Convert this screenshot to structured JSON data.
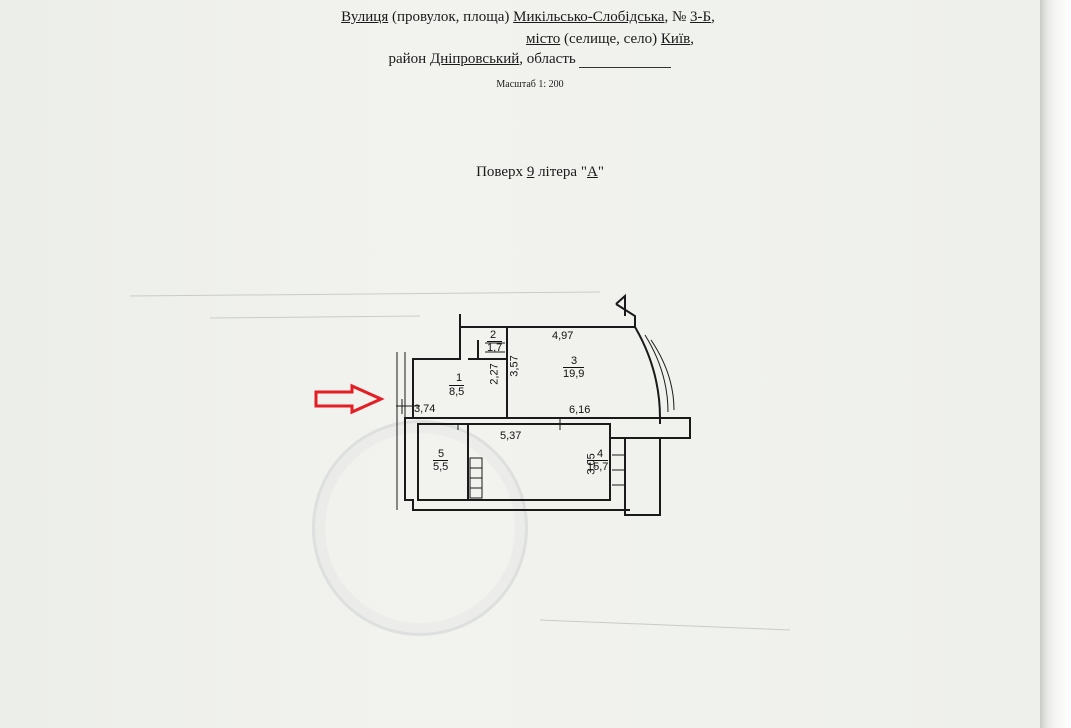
{
  "header": {
    "street_label": "Вулиця",
    "street_hint": "(провулок, площа)",
    "street_name": "Микільсько-Слобідська",
    "number_prefix": ", №",
    "number": "3-Б",
    "number_suffix": ",",
    "city_label": "місто",
    "city_hint": "(селище, село)",
    "city_name": "Київ",
    "city_suffix": ",",
    "district_label": "район",
    "district_name": "Дніпровський",
    "region_text": ", область"
  },
  "scale": "Масштаб 1: 200",
  "floor": {
    "prefix": "Поверх",
    "number": "9",
    "letter_prefix": "літера \"",
    "letter": "А",
    "letter_suffix": "\""
  },
  "plan": {
    "rooms": [
      {
        "number": "1",
        "area": "8,5"
      },
      {
        "number": "2",
        "area": "1,7"
      },
      {
        "number": "3",
        "area": "19,9"
      },
      {
        "number": "4",
        "area": "15,7"
      },
      {
        "number": "5",
        "area": "5,5"
      }
    ],
    "dimensions": {
      "room3_top": "4,97",
      "room3_bottom": "6,16",
      "room3_left": "3,57",
      "room2_side": "2,27",
      "entry_width": "3,74",
      "room4_top": "5,37",
      "room4_right": "3,05"
    }
  },
  "colors": {
    "arrow": "#e31e24",
    "ink": "#1a1a1a",
    "paper": "#eef0ec"
  }
}
